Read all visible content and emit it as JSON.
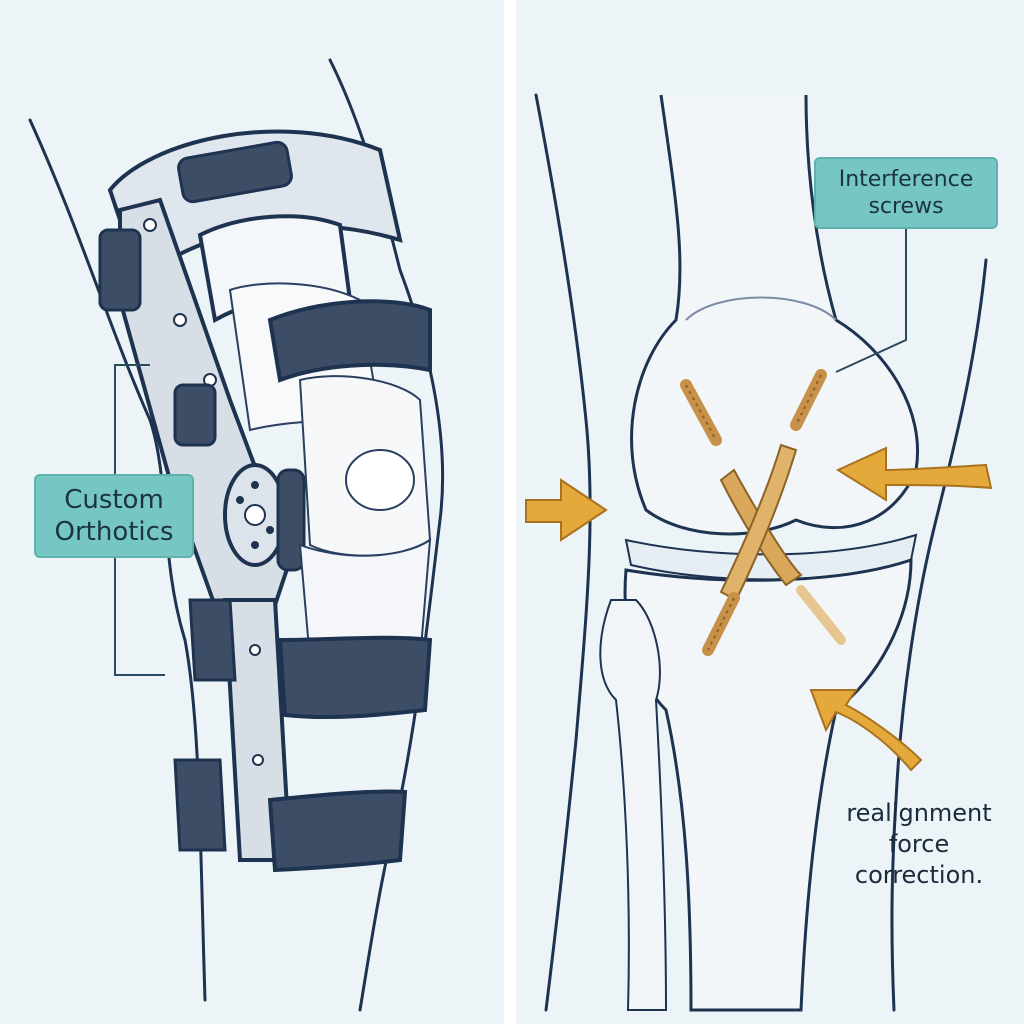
{
  "labels": {
    "custom_orthotics": [
      "Custom",
      "Orthotics"
    ],
    "interference_screws": [
      "Interference",
      "screws"
    ],
    "realignment": [
      "realignment",
      "force",
      "correction."
    ]
  },
  "colors": {
    "background": "#ecf4f8",
    "label_fill": "#76c6c3",
    "outline": "#1e3350",
    "brace_strap": "#3e4d66",
    "arrow": "#e5a83b",
    "graft": "#d9a85a"
  },
  "icons": {
    "left_panel": "knee-brace-illustration",
    "right_panel": "knee-joint-anatomy-illustration"
  }
}
